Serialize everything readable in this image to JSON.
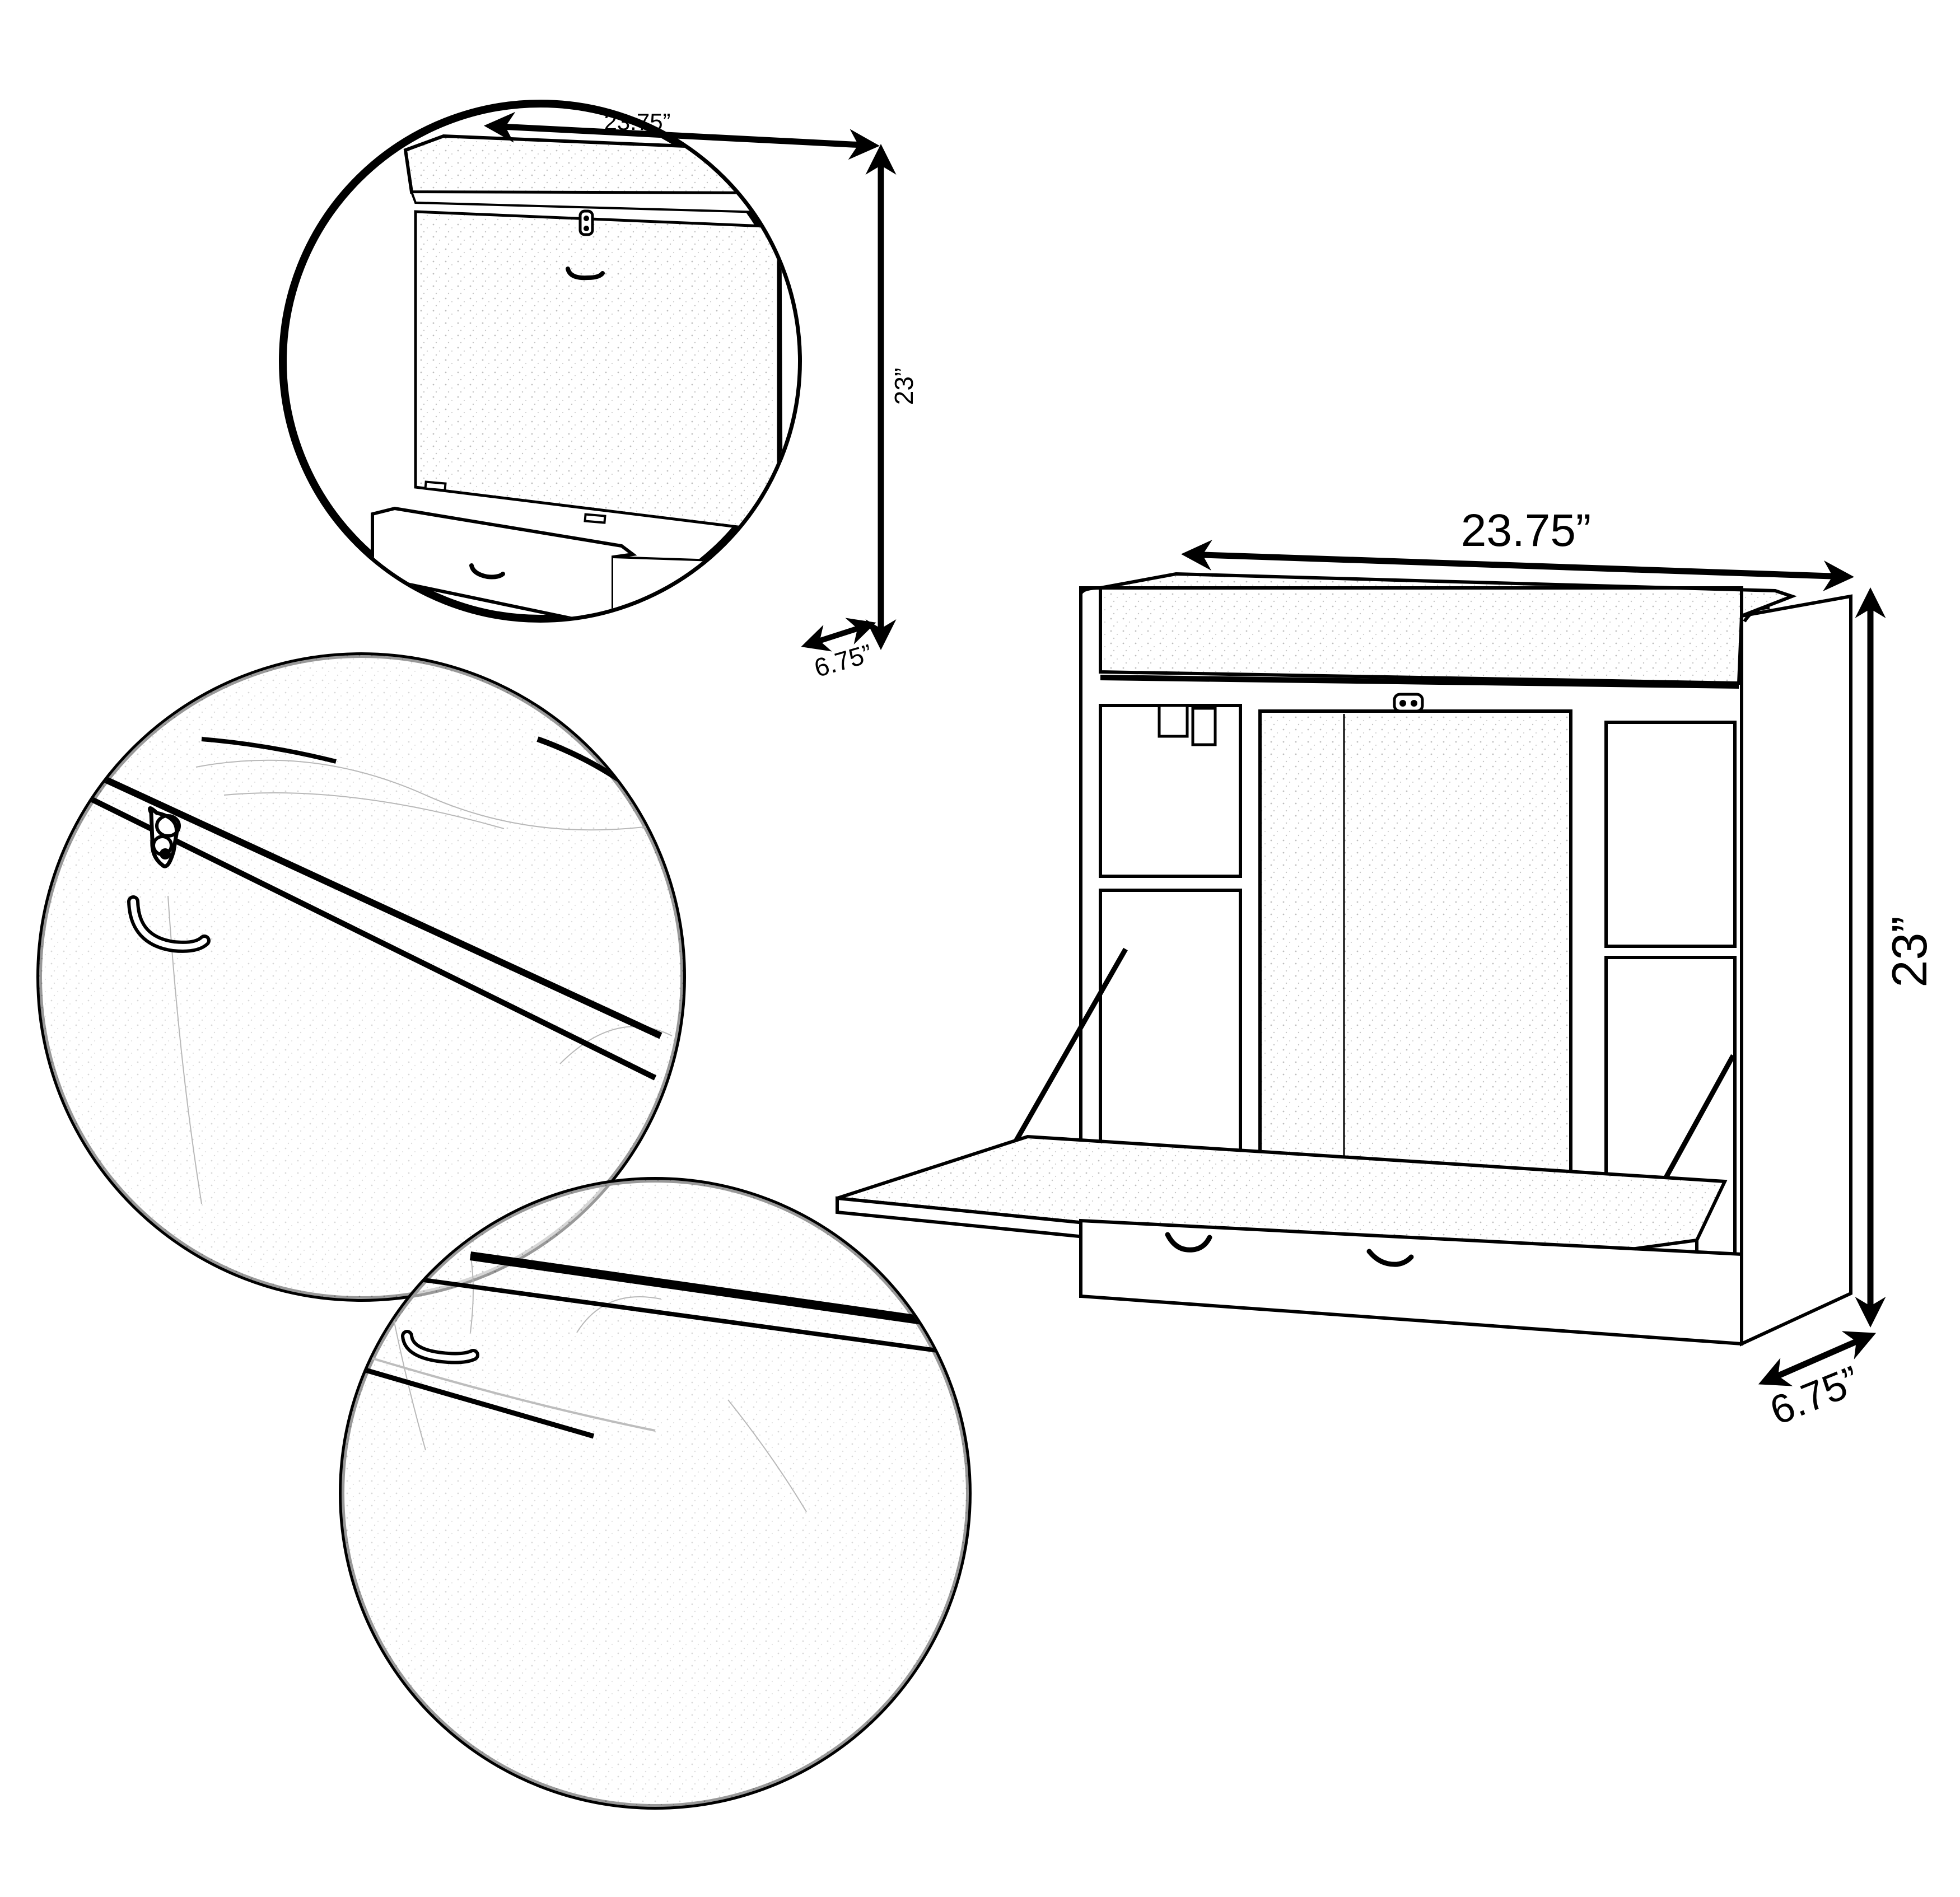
{
  "figure": {
    "subject": "Wall-mounted fold-down desk with drawer",
    "background_color": "#ffffff",
    "line_color": "#000000"
  },
  "views": {
    "closed": {
      "label": "Closed desk view",
      "dimensions": {
        "width": "23.75”",
        "height": "23”",
        "depth": "6.75”"
      }
    },
    "open": {
      "label": "Open desk view",
      "dimensions": {
        "width": "23.75”",
        "height": "23”",
        "depth": "6.75”"
      }
    },
    "details": [
      {
        "label": "Latch and handle detail"
      },
      {
        "label": "Drawer handle detail"
      }
    ]
  }
}
